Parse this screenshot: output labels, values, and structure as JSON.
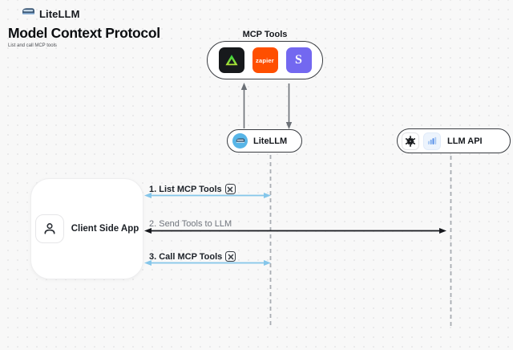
{
  "header": {
    "brand": "LiteLLM",
    "title": "Model Context Protocol",
    "subtitle": "List and call MCP tools"
  },
  "mcp_tools": {
    "label": "MCP Tools",
    "zapier_label": "zapier",
    "stripe_label": "S",
    "icons": [
      "green-triangle-tool-icon",
      "zapier-icon",
      "stripe-icon"
    ]
  },
  "nodes": {
    "litellm": {
      "label": "LiteLLM"
    },
    "llm_api": {
      "label": "LLM API"
    },
    "client": {
      "label": "Client Side App"
    }
  },
  "messages": [
    {
      "label": "1. List MCP Tools",
      "tool_icon": true,
      "arrow_color": "#85c6ea",
      "from": "client",
      "to": "litellm"
    },
    {
      "label": "2. Send Tools to LLM",
      "tool_icon": false,
      "arrow_color": "#16181d",
      "from": "client",
      "to": "llm_api"
    },
    {
      "label": "3. Call MCP Tools",
      "tool_icon": true,
      "arrow_color": "#85c6ea",
      "from": "client",
      "to": "litellm"
    }
  ],
  "colors": {
    "arrow_blue": "#85c6ea",
    "arrow_dark": "#16181d",
    "vertical_arrow_gray": "#6b7076",
    "lifeline_gray": "#a9adb3",
    "zapier_orange": "#ff4f00",
    "stripe_purple": "#7368f0",
    "litellm_blue": "#57b5e7",
    "canvas_bg": "#f8f8f8"
  }
}
